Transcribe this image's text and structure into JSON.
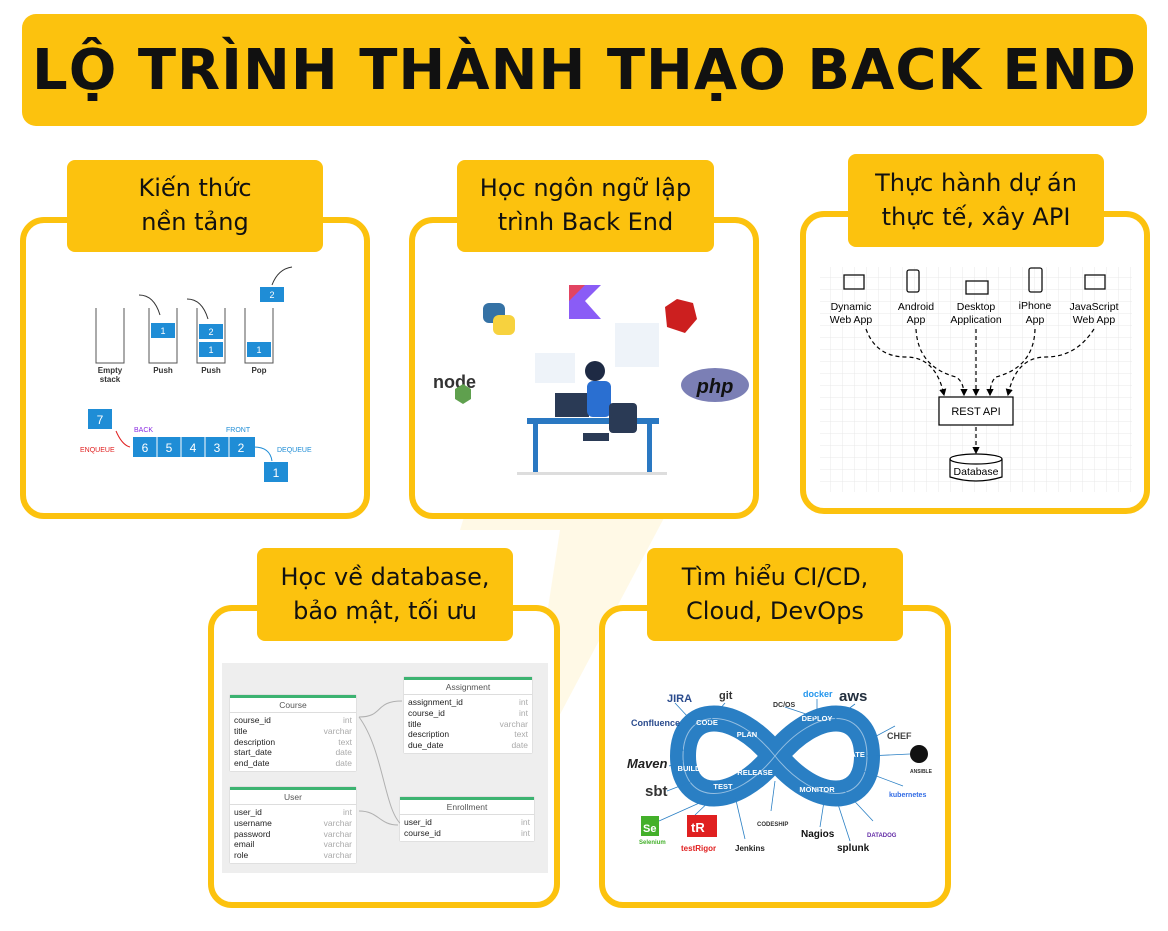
{
  "title": "LỘ TRÌNH THÀNH THẠO BACK END",
  "cards": [
    {
      "label_lines": [
        "Kiến thức",
        "nền tảng"
      ]
    },
    {
      "label_lines": [
        "Học ngôn ngữ lập",
        "trình Back End"
      ]
    },
    {
      "label_lines": [
        "Thực hành dự án",
        "thực tế, xây API"
      ]
    },
    {
      "label_lines": [
        "Học về database,",
        "bảo mật, tối ưu"
      ]
    },
    {
      "label_lines": [
        "Tìm hiểu CI/CD,",
        "Cloud, DevOps"
      ]
    }
  ],
  "stack": {
    "empty_label": [
      "Empty",
      "stack"
    ],
    "push_label": "Push",
    "pop_label": "Pop",
    "items": [
      "1",
      "2",
      "1",
      "1",
      "2"
    ]
  },
  "queue": {
    "back": "BACK",
    "front": "FRONT",
    "enqueue": "ENQUEUE",
    "dequeue": "DEQUEUE",
    "incoming": "7",
    "values": [
      "6",
      "5",
      "4",
      "3",
      "2"
    ],
    "outgoing": "1"
  },
  "languages": {
    "node": "node",
    "php": "php"
  },
  "api": {
    "clients": [
      [
        "Dynamic",
        "Web App"
      ],
      [
        "Android",
        "App"
      ],
      [
        "Desktop",
        "Application"
      ],
      [
        "iPhone",
        "App"
      ],
      [
        "JavaScript",
        "Web App"
      ]
    ],
    "rest": "REST API",
    "db": "Database"
  },
  "schema": {
    "tables": [
      {
        "name": "Course",
        "rows": [
          [
            "course_id",
            "int"
          ],
          [
            "title",
            "varchar"
          ],
          [
            "description",
            "text"
          ],
          [
            "start_date",
            "date"
          ],
          [
            "end_date",
            "date"
          ]
        ]
      },
      {
        "name": "Assignment",
        "rows": [
          [
            "assignment_id",
            "int"
          ],
          [
            "course_id",
            "int"
          ],
          [
            "title",
            "varchar"
          ],
          [
            "description",
            "text"
          ],
          [
            "due_date",
            "date"
          ]
        ]
      },
      {
        "name": "User",
        "rows": [
          [
            "user_id",
            "int"
          ],
          [
            "username",
            "varchar"
          ],
          [
            "password",
            "varchar"
          ],
          [
            "email",
            "varchar"
          ],
          [
            "role",
            "varchar"
          ]
        ]
      },
      {
        "name": "Enrollment",
        "rows": [
          [
            "user_id",
            "int"
          ],
          [
            "course_id",
            "int"
          ]
        ]
      }
    ]
  },
  "devops": {
    "stages": [
      "CODE",
      "BUILD",
      "TEST",
      "PLAN",
      "RELEASE",
      "DEPLOY",
      "OPERATE",
      "MONITOR"
    ],
    "tools": [
      "JIRA",
      "git",
      "Confluence",
      "Maven",
      "sbt",
      "Se",
      "Selenium",
      "tR",
      "testRigor",
      "Jenkins",
      "CODESHIP",
      "DC/OS",
      "docker",
      "aws",
      "CHEF",
      "ANSIBLE",
      "kubernetes",
      "Nagios",
      "splunk",
      "DATADOG"
    ]
  },
  "colors": {
    "accent": "#fcc20e",
    "blue": "#1f8dd6",
    "devops_blue": "#2a7fc4"
  }
}
